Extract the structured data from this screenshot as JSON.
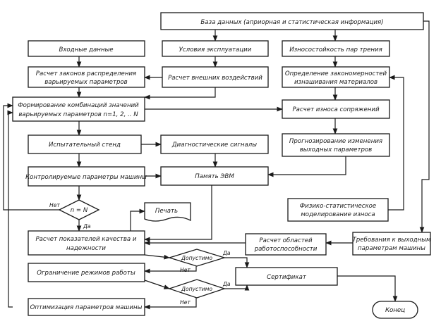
{
  "nodes": {
    "database": "База данных (априорная и статистическая информация)",
    "input_data": "Входные данные",
    "operating_conditions": "Условия эксплуатации",
    "wear_resistance": "Износостойкость пар трения",
    "distribution_laws": [
      "Расчет законов распределения",
      "варьируемых параметров"
    ],
    "external_impacts": "Расчет внешних воздействий",
    "wear_patterns": [
      "Определение закономерностей",
      "изнашивания материалов"
    ],
    "combinations": [
      "Формирование комбинаций значений",
      "варьируемых параметров n=1, 2, .. N"
    ],
    "joint_wear": "Расчет износа сопряжений",
    "test_bench": "Испытательный стенд",
    "diagnostic_signals": "Диагностические сигналы",
    "output_forecast": [
      "Прогнозирование изменения",
      "выходных параметров"
    ],
    "controlled_params": "Контролируемые параметры машины",
    "computer_memory": "Память ЭВМ",
    "physical_modeling": [
      "Физико-статистическое",
      "моделирование износа"
    ],
    "n_check": "n = N",
    "print": "Печать",
    "quality_indicators": [
      "Расчет показателей качества и",
      "надежности"
    ],
    "operability_regions": [
      "Расчет областей",
      "работоспособности"
    ],
    "output_requirements": [
      "Требования к выходным",
      "параметрам машины"
    ],
    "acceptable_1": "Допустимо",
    "mode_limits": "Ограничение режимов работы",
    "certificate": "Сертификат",
    "acceptable_2": "Допустимо",
    "optimization": "Оптимизация параметров машины",
    "end": "Конец"
  },
  "edge_labels": {
    "no": "Нет",
    "yes": "Да"
  }
}
